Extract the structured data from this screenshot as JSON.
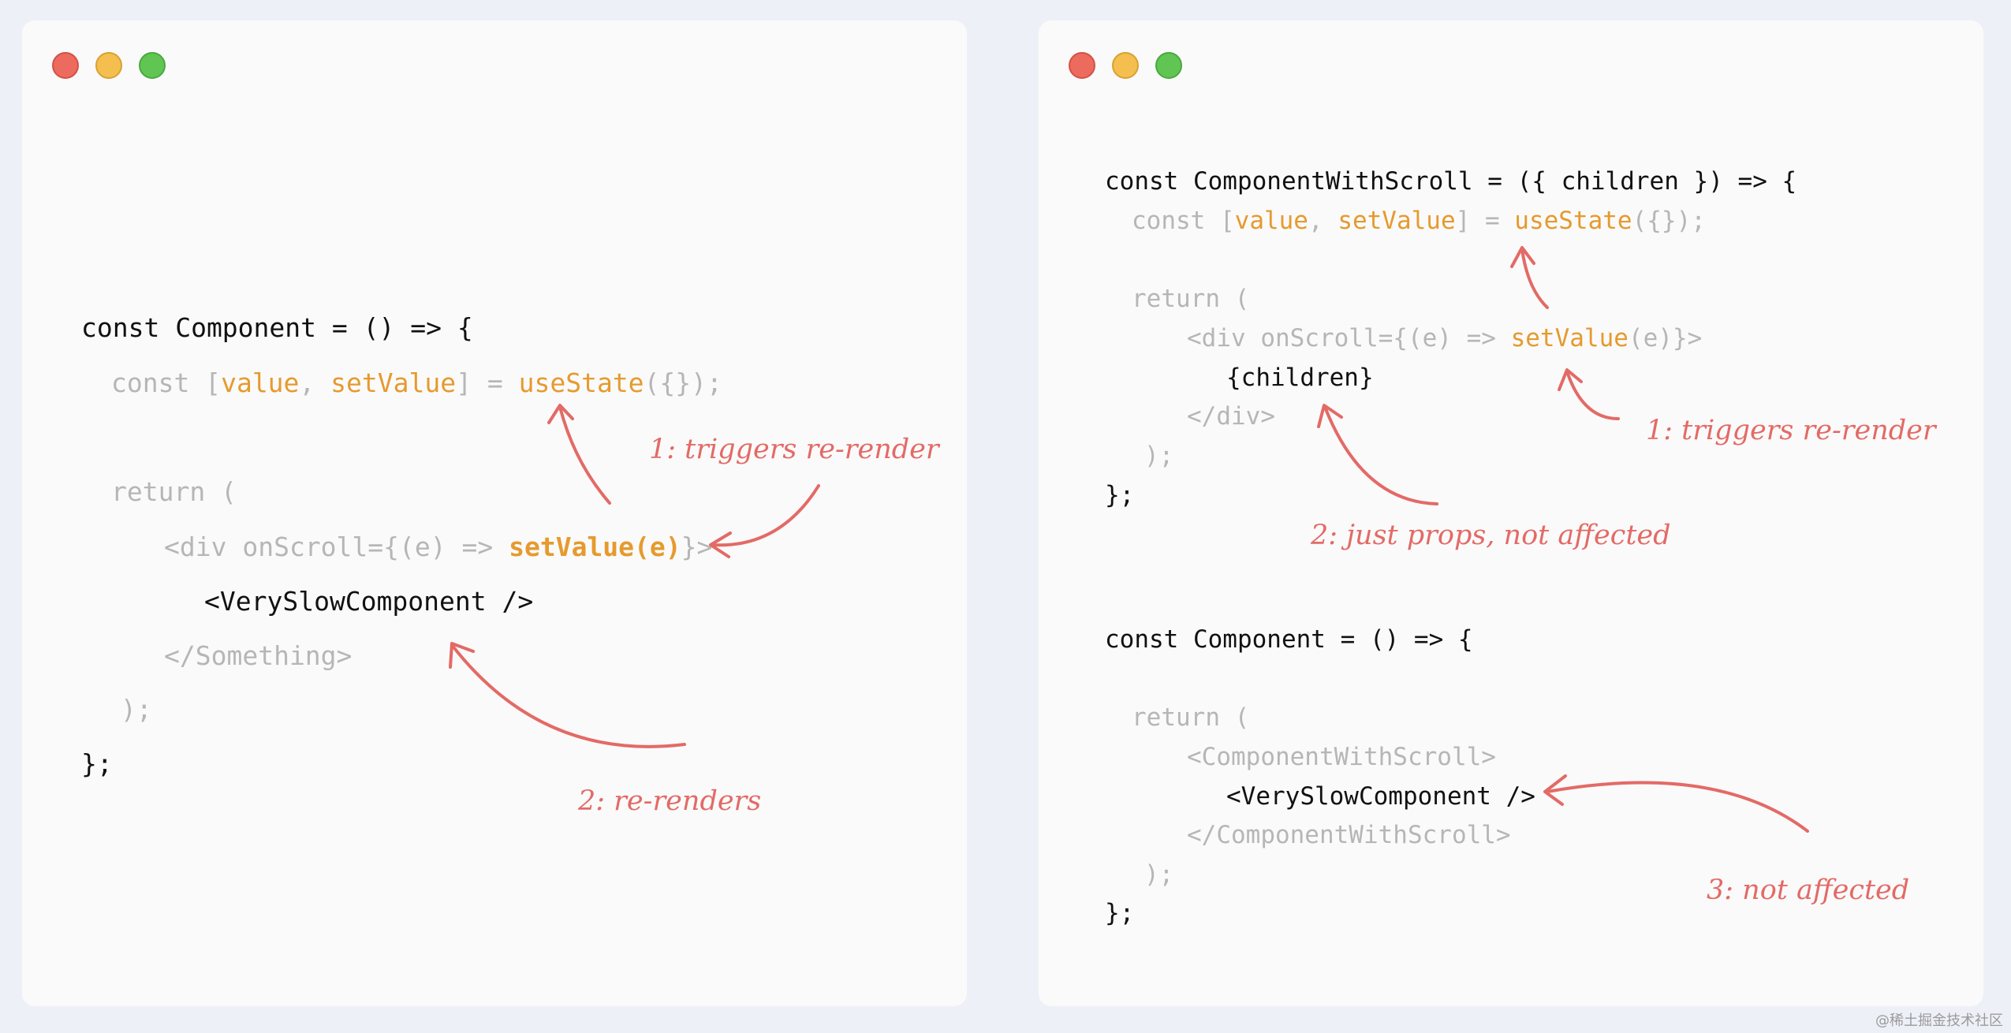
{
  "left": {
    "lines": [
      [
        "const Component = () => {"
      ],
      [
        "const [",
        "value",
        ", ",
        "setValue",
        "] = ",
        "useState",
        "({});"
      ],
      [
        "return ("
      ],
      [
        "<div onScroll={(e) => ",
        "setValue(e)",
        "}>"
      ],
      [
        "<VerySlowComponent />"
      ],
      [
        "</Something>"
      ],
      [
        ");"
      ],
      [
        "};"
      ]
    ],
    "annotations": [
      "1: triggers re-render",
      "2: re-renders"
    ]
  },
  "right": {
    "lines": [
      [
        "const ComponentWithScroll = ({ children }) => {"
      ],
      [
        "const [",
        "value",
        ", ",
        "setValue",
        "] = ",
        "useState",
        "({});"
      ],
      [
        "return ("
      ],
      [
        "<div onScroll={(e) => ",
        "setValue",
        "(e)}>"
      ],
      [
        "{children}"
      ],
      [
        "</div>"
      ],
      [
        ");"
      ],
      [
        "};"
      ],
      [
        "const Component = () => {"
      ],
      [
        "return ("
      ],
      [
        "<ComponentWithScroll>"
      ],
      [
        "<VerySlowComponent />"
      ],
      [
        "</ComponentWithScroll>"
      ],
      [
        ");"
      ],
      [
        "};"
      ]
    ],
    "annotations": [
      "1: triggers re-render",
      "2: just props, not affected",
      "3: not affected"
    ]
  },
  "watermark": "@稀土掘金技术社区",
  "colors": {
    "background": "#eef0f7",
    "panel": "#fafafa",
    "code_dark": "#111111",
    "code_dim": "#b6b6b6",
    "code_highlight": "#e69a2e",
    "annotation": "#e36a66",
    "close_dot": "#ec6a5e",
    "minimize_dot": "#f4bf4f",
    "zoom_dot": "#61c554"
  }
}
